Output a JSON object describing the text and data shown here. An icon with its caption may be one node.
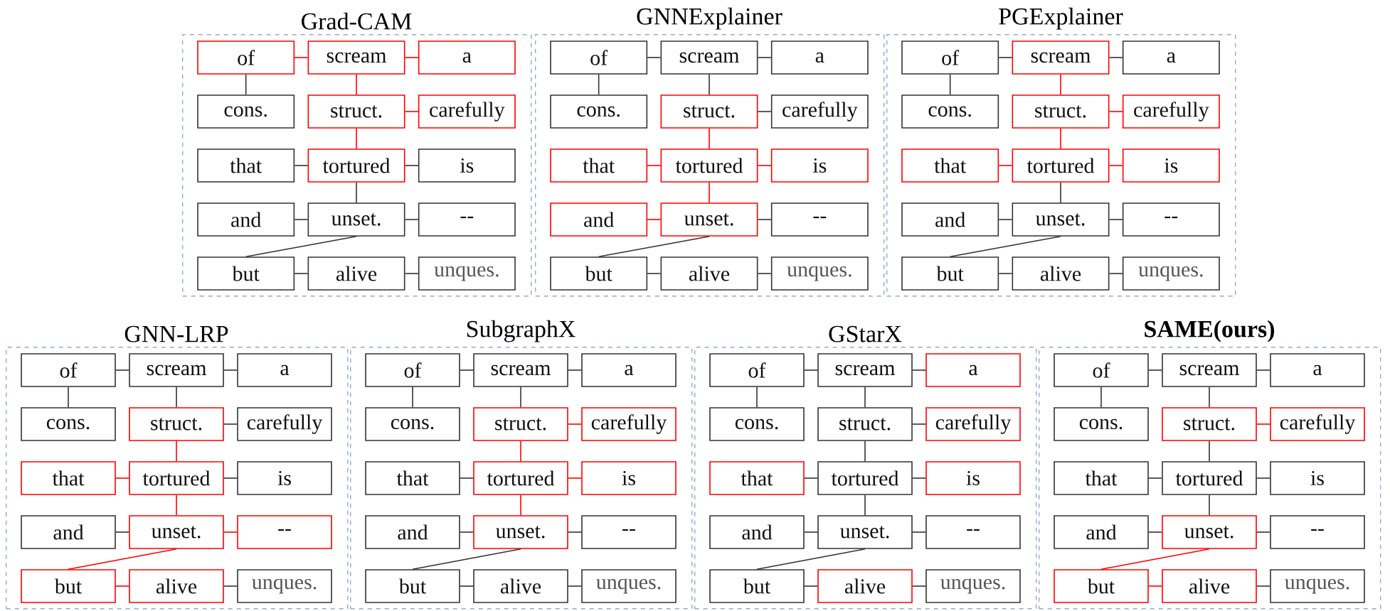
{
  "diagram": {
    "nodes": [
      {
        "text": [
          "Grad-CAM"
        ]
      },
      {
        "text": [
          "of"
        ],
        "in": 0
      },
      {
        "text": [
          "scream"
        ],
        "in": 0
      },
      {
        "text": [
          "a"
        ],
        "in": 0
      },
      {
        "text": [
          "cons."
        ],
        "in": 0
      },
      {
        "text": [
          "struct."
        ],
        "in": 0
      },
      {
        "text": [
          "carefully"
        ],
        "in": 0
      },
      {
        "text": [
          "that"
        ],
        "in": 0
      },
      {
        "text": [
          "tortured"
        ],
        "in": 0
      },
      {
        "text": [
          "is"
        ],
        "in": 0
      },
      {
        "text": [
          "and"
        ],
        "in": 0
      },
      {
        "text": [
          "unset."
        ],
        "in": 0
      },
      {
        "text": [
          "--"
        ],
        "in": 0
      },
      {
        "text": [
          "but"
        ],
        "in": 0
      },
      {
        "text": [
          "alive"
        ],
        "in": 0
      },
      {
        "text": [
          "unques."
        ],
        "in": 0
      },
      {
        "text": [
          "GNNExplainer"
        ]
      },
      {
        "text": [
          "of"
        ],
        "in": 16
      },
      {
        "text": [
          "scream"
        ],
        "in": 16
      },
      {
        "text": [
          "a"
        ],
        "in": 16
      },
      {
        "text": [
          "cons."
        ],
        "in": 16
      },
      {
        "text": [
          "struct."
        ],
        "in": 16
      },
      {
        "text": [
          "carefully"
        ],
        "in": 16
      },
      {
        "text": [
          "that"
        ],
        "in": 16
      },
      {
        "text": [
          "tortured"
        ],
        "in": 16
      },
      {
        "text": [
          "is"
        ],
        "in": 16
      },
      {
        "text": [
          "and"
        ],
        "in": 16
      },
      {
        "text": [
          "unset."
        ],
        "in": 16
      },
      {
        "text": [
          "--"
        ],
        "in": 16
      },
      {
        "text": [
          "but"
        ],
        "in": 16
      },
      {
        "text": [
          "alive"
        ],
        "in": 16
      },
      {
        "text": [
          "unques."
        ],
        "in": 16
      },
      {
        "text": [
          "PGExplainer"
        ]
      },
      {
        "text": [
          "of"
        ],
        "in": 32
      },
      {
        "text": [
          "scream"
        ],
        "in": 32
      },
      {
        "text": [
          "a"
        ],
        "in": 32
      },
      {
        "text": [
          "cons."
        ],
        "in": 32
      },
      {
        "text": [
          "struct."
        ],
        "in": 32
      },
      {
        "text": [
          "carefully"
        ],
        "in": 32
      },
      {
        "text": [
          "that"
        ],
        "in": 32
      },
      {
        "text": [
          "tortured"
        ],
        "in": 32
      },
      {
        "text": [
          "is"
        ],
        "in": 32
      },
      {
        "text": [
          "and"
        ],
        "in": 32
      },
      {
        "text": [
          "unset."
        ],
        "in": 32
      },
      {
        "text": [
          "--"
        ],
        "in": 32
      },
      {
        "text": [
          "but"
        ],
        "in": 32
      },
      {
        "text": [
          "alive"
        ],
        "in": 32
      },
      {
        "text": [
          "unques."
        ],
        "in": 32
      },
      {
        "text": [
          "GNN-LRP"
        ]
      },
      {
        "text": [
          "of"
        ],
        "in": 48
      },
      {
        "text": [
          "scream"
        ],
        "in": 48
      },
      {
        "text": [
          "a"
        ],
        "in": 48
      },
      {
        "text": [
          "cons."
        ],
        "in": 48
      },
      {
        "text": [
          "struct."
        ],
        "in": 48
      },
      {
        "text": [
          "carefully"
        ],
        "in": 48
      },
      {
        "text": [
          "that"
        ],
        "in": 48
      },
      {
        "text": [
          "tortured"
        ],
        "in": 48
      },
      {
        "text": [
          "is"
        ],
        "in": 48
      },
      {
        "text": [
          "and"
        ],
        "in": 48
      },
      {
        "text": [
          "unset."
        ],
        "in": 48
      },
      {
        "text": [
          "--"
        ],
        "in": 48
      },
      {
        "text": [
          "but"
        ],
        "in": 48
      },
      {
        "text": [
          "alive"
        ],
        "in": 48
      },
      {
        "text": [
          "unques."
        ],
        "in": 48
      },
      {
        "text": [
          "SubgraphX"
        ]
      },
      {
        "text": [
          "of"
        ],
        "in": 64
      },
      {
        "text": [
          "scream"
        ],
        "in": 64
      },
      {
        "text": [
          "a"
        ],
        "in": 64
      },
      {
        "text": [
          "cons."
        ],
        "in": 64
      },
      {
        "text": [
          "struct."
        ],
        "in": 64
      },
      {
        "text": [
          "carefully"
        ],
        "in": 64
      },
      {
        "text": [
          "that"
        ],
        "in": 64
      },
      {
        "text": [
          "tortured"
        ],
        "in": 64
      },
      {
        "text": [
          "is"
        ],
        "in": 64
      },
      {
        "text": [
          "and"
        ],
        "in": 64
      },
      {
        "text": [
          "unset."
        ],
        "in": 64
      },
      {
        "text": [
          "--"
        ],
        "in": 64
      },
      {
        "text": [
          "but"
        ],
        "in": 64
      },
      {
        "text": [
          "alive"
        ],
        "in": 64
      },
      {
        "text": [
          "unques."
        ],
        "in": 64
      },
      {
        "text": [
          "GStarX"
        ]
      },
      {
        "text": [
          "of"
        ],
        "in": 80
      },
      {
        "text": [
          "scream"
        ],
        "in": 80
      },
      {
        "text": [
          "a"
        ],
        "in": 80
      },
      {
        "text": [
          "cons."
        ],
        "in": 80
      },
      {
        "text": [
          "struct."
        ],
        "in": 80
      },
      {
        "text": [
          "carefully"
        ],
        "in": 80
      },
      {
        "text": [
          "that"
        ],
        "in": 80
      },
      {
        "text": [
          "tortured"
        ],
        "in": 80
      },
      {
        "text": [
          "is"
        ],
        "in": 80
      },
      {
        "text": [
          "and"
        ],
        "in": 80
      },
      {
        "text": [
          "unset."
        ],
        "in": 80
      },
      {
        "text": [
          "--"
        ],
        "in": 80
      },
      {
        "text": [
          "but"
        ],
        "in": 80
      },
      {
        "text": [
          "alive"
        ],
        "in": 80
      },
      {
        "text": [
          "unques."
        ],
        "in": 80
      },
      {
        "text": [
          "SAME(ours)"
        ]
      },
      {
        "text": [
          "of"
        ],
        "in": 96
      },
      {
        "text": [
          "scream"
        ],
        "in": 96
      },
      {
        "text": [
          "a"
        ],
        "in": 96
      },
      {
        "text": [
          "cons."
        ],
        "in": 96
      },
      {
        "text": [
          "struct."
        ],
        "in": 96
      },
      {
        "text": [
          "carefully"
        ],
        "in": 96
      },
      {
        "text": [
          "that"
        ],
        "in": 96
      },
      {
        "text": [
          "tortured"
        ],
        "in": 96
      },
      {
        "text": [
          "is"
        ],
        "in": 96
      },
      {
        "text": [
          "and"
        ],
        "in": 96
      },
      {
        "text": [
          "unset."
        ],
        "in": 96
      },
      {
        "text": [
          "--"
        ],
        "in": 96
      },
      {
        "text": [
          "but"
        ],
        "in": 96
      },
      {
        "text": [
          "alive"
        ],
        "in": 96
      },
      {
        "text": [
          "unques."
        ],
        "in": 96
      }
    ],
    "edges": [
      {
        "from": 1,
        "to": 2,
        "arrow": "none",
        "color": "#ff0000"
      },
      {
        "from": 2,
        "to": 3,
        "arrow": "none",
        "color": "#ff0000"
      },
      {
        "from": 1,
        "to": 4,
        "arrow": "none"
      },
      {
        "from": 2,
        "to": 5,
        "arrow": "none",
        "color": "#ff0000"
      },
      {
        "from": 5,
        "to": 6,
        "arrow": "none",
        "color": "#ff0000"
      },
      {
        "from": 5,
        "to": 8,
        "arrow": "none",
        "color": "#ff0000"
      },
      {
        "from": 7,
        "to": 8,
        "arrow": "none"
      },
      {
        "from": 8,
        "to": 9,
        "arrow": "none"
      },
      {
        "from": 8,
        "to": 11,
        "arrow": "none"
      },
      {
        "from": 10,
        "to": 11,
        "arrow": "none"
      },
      {
        "from": 11,
        "to": 12,
        "arrow": "none"
      },
      {
        "from": 11,
        "to": 13,
        "arrow": "none"
      },
      {
        "from": 13,
        "to": 14,
        "arrow": "none"
      },
      {
        "from": 14,
        "to": 15,
        "arrow": "none"
      },
      {
        "from": 17,
        "to": 18,
        "arrow": "none"
      },
      {
        "from": 18,
        "to": 19,
        "arrow": "none"
      },
      {
        "from": 17,
        "to": 20,
        "arrow": "none"
      },
      {
        "from": 18,
        "to": 21,
        "arrow": "none"
      },
      {
        "from": 21,
        "to": 22,
        "arrow": "none"
      },
      {
        "from": 21,
        "to": 24,
        "arrow": "none",
        "color": "#ff0000"
      },
      {
        "from": 23,
        "to": 24,
        "arrow": "none",
        "color": "#ff0000"
      },
      {
        "from": 24,
        "to": 25,
        "arrow": "none",
        "color": "#ff0000"
      },
      {
        "from": 24,
        "to": 27,
        "arrow": "none",
        "color": "#ff0000"
      },
      {
        "from": 26,
        "to": 27,
        "arrow": "none",
        "color": "#ff0000"
      },
      {
        "from": 27,
        "to": 28,
        "arrow": "none"
      },
      {
        "from": 27,
        "to": 29,
        "arrow": "none"
      },
      {
        "from": 29,
        "to": 30,
        "arrow": "none"
      },
      {
        "from": 30,
        "to": 31,
        "arrow": "none"
      },
      {
        "from": 33,
        "to": 34,
        "arrow": "none"
      },
      {
        "from": 34,
        "to": 35,
        "arrow": "none"
      },
      {
        "from": 33,
        "to": 36,
        "arrow": "none"
      },
      {
        "from": 34,
        "to": 37,
        "arrow": "none",
        "color": "#ff0000"
      },
      {
        "from": 37,
        "to": 38,
        "arrow": "none",
        "color": "#ff0000"
      },
      {
        "from": 37,
        "to": 40,
        "arrow": "none",
        "color": "#ff0000"
      },
      {
        "from": 39,
        "to": 40,
        "arrow": "none",
        "color": "#ff0000"
      },
      {
        "from": 40,
        "to": 41,
        "arrow": "none",
        "color": "#ff0000"
      },
      {
        "from": 40,
        "to": 43,
        "arrow": "none"
      },
      {
        "from": 42,
        "to": 43,
        "arrow": "none"
      },
      {
        "from": 43,
        "to": 44,
        "arrow": "none"
      },
      {
        "from": 43,
        "to": 45,
        "arrow": "none"
      },
      {
        "from": 45,
        "to": 46,
        "arrow": "none"
      },
      {
        "from": 46,
        "to": 47,
        "arrow": "none"
      },
      {
        "from": 49,
        "to": 50,
        "arrow": "none"
      },
      {
        "from": 50,
        "to": 51,
        "arrow": "none"
      },
      {
        "from": 49,
        "to": 52,
        "arrow": "none"
      },
      {
        "from": 50,
        "to": 53,
        "arrow": "none"
      },
      {
        "from": 53,
        "to": 54,
        "arrow": "none"
      },
      {
        "from": 53,
        "to": 56,
        "arrow": "none",
        "color": "#ff0000"
      },
      {
        "from": 55,
        "to": 56,
        "arrow": "none",
        "color": "#ff0000"
      },
      {
        "from": 56,
        "to": 57,
        "arrow": "none"
      },
      {
        "from": 56,
        "to": 59,
        "arrow": "none",
        "color": "#ff0000"
      },
      {
        "from": 58,
        "to": 59,
        "arrow": "none"
      },
      {
        "from": 59,
        "to": 60,
        "arrow": "none",
        "color": "#ff0000"
      },
      {
        "from": 59,
        "to": 61,
        "arrow": "none",
        "color": "#ff0000"
      },
      {
        "from": 61,
        "to": 62,
        "arrow": "none",
        "color": "#ff0000"
      },
      {
        "from": 62,
        "to": 63,
        "arrow": "none"
      },
      {
        "from": 65,
        "to": 66,
        "arrow": "none"
      },
      {
        "from": 66,
        "to": 67,
        "arrow": "none"
      },
      {
        "from": 65,
        "to": 68,
        "arrow": "none"
      },
      {
        "from": 66,
        "to": 69,
        "arrow": "none"
      },
      {
        "from": 69,
        "to": 70,
        "arrow": "none",
        "color": "#ff0000"
      },
      {
        "from": 69,
        "to": 72,
        "arrow": "none",
        "color": "#ff0000"
      },
      {
        "from": 71,
        "to": 72,
        "arrow": "none"
      },
      {
        "from": 72,
        "to": 73,
        "arrow": "none",
        "color": "#ff0000"
      },
      {
        "from": 72,
        "to": 75,
        "arrow": "none",
        "color": "#ff0000"
      },
      {
        "from": 74,
        "to": 75,
        "arrow": "none"
      },
      {
        "from": 75,
        "to": 76,
        "arrow": "none"
      },
      {
        "from": 75,
        "to": 77,
        "arrow": "none"
      },
      {
        "from": 77,
        "to": 78,
        "arrow": "none"
      },
      {
        "from": 78,
        "to": 79,
        "arrow": "none"
      },
      {
        "from": 81,
        "to": 82,
        "arrow": "none"
      },
      {
        "from": 82,
        "to": 83,
        "arrow": "none"
      },
      {
        "from": 81,
        "to": 84,
        "arrow": "none"
      },
      {
        "from": 82,
        "to": 85,
        "arrow": "none"
      },
      {
        "from": 85,
        "to": 86,
        "arrow": "none"
      },
      {
        "from": 85,
        "to": 88,
        "arrow": "none"
      },
      {
        "from": 87,
        "to": 88,
        "arrow": "none"
      },
      {
        "from": 88,
        "to": 89,
        "arrow": "none"
      },
      {
        "from": 88,
        "to": 91,
        "arrow": "none"
      },
      {
        "from": 90,
        "to": 91,
        "arrow": "none"
      },
      {
        "from": 91,
        "to": 92,
        "arrow": "none"
      },
      {
        "from": 91,
        "to": 93,
        "arrow": "none"
      },
      {
        "from": 93,
        "to": 94,
        "arrow": "none"
      },
      {
        "from": 94,
        "to": 95,
        "arrow": "none"
      },
      {
        "from": 97,
        "to": 98,
        "arrow": "none"
      },
      {
        "from": 98,
        "to": 99,
        "arrow": "none"
      },
      {
        "from": 97,
        "to": 100,
        "arrow": "none"
      },
      {
        "from": 98,
        "to": 101,
        "arrow": "none"
      },
      {
        "from": 101,
        "to": 102,
        "arrow": "none",
        "color": "#ff0000"
      },
      {
        "from": 101,
        "to": 104,
        "arrow": "none"
      },
      {
        "from": 103,
        "to": 104,
        "arrow": "none"
      },
      {
        "from": 104,
        "to": 105,
        "arrow": "none"
      },
      {
        "from": 104,
        "to": 107,
        "arrow": "none"
      },
      {
        "from": 106,
        "to": 107,
        "arrow": "none"
      },
      {
        "from": 107,
        "to": 108,
        "arrow": "none"
      },
      {
        "from": 107,
        "to": 109,
        "arrow": "none",
        "color": "#ff0000"
      },
      {
        "from": 109,
        "to": 110,
        "arrow": "none",
        "color": "#ff0000"
      },
      {
        "from": 110,
        "to": 111,
        "arrow": "none"
      }
    ]
  }
}
